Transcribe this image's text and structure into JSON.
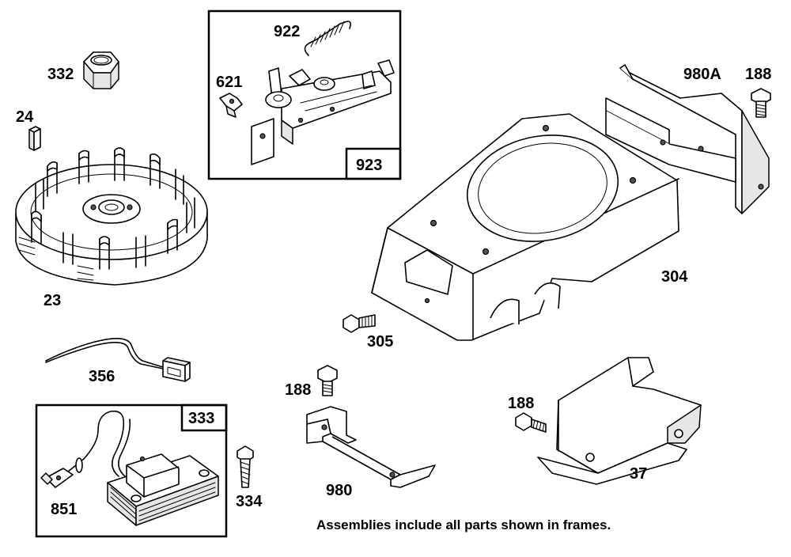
{
  "labels": {
    "p332": "332",
    "p24": "24",
    "p23": "23",
    "p922": "922",
    "p621": "621",
    "p923": "923",
    "p980A": "980A",
    "p188_top": "188",
    "p304": "304",
    "p305": "305",
    "p356": "356",
    "p333": "333",
    "p851": "851",
    "p334": "334",
    "p188_mid": "188",
    "p980": "980",
    "p188_right": "188",
    "p37": "37"
  },
  "note": "Assemblies include all parts shown in frames."
}
